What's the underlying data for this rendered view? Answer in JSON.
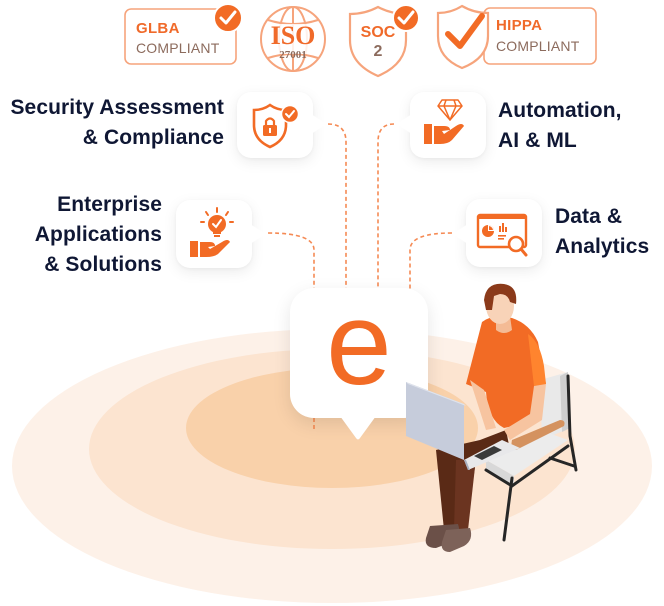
{
  "colors": {
    "accent": "#f26b25",
    "accent_light": "#f7a07a",
    "text_dark": "#0f1734",
    "badge_sub": "#8c6b5d",
    "ring_outer": "#fdf1e8",
    "ring_middle": "#fce4d0",
    "ring_inner": "#f9d1aa"
  },
  "badges": {
    "glba": {
      "title": "GLBA",
      "subtitle": "COMPLIANT",
      "icon": "check-circle-icon"
    },
    "iso": {
      "title": "ISO",
      "subtitle": "27001",
      "icon": "globe-icon"
    },
    "soc": {
      "title": "SOC",
      "subtitle": "2",
      "icon": "shield-check-icon"
    },
    "hippa": {
      "title": "HIPPA",
      "subtitle": "COMPLIANT",
      "icon": "shield-check-icon"
    }
  },
  "services": {
    "security": {
      "line1": "Security Assessment",
      "line2": "& Compliance",
      "icon": "shield-lock-icon"
    },
    "automation": {
      "line1": "Automation,",
      "line2": "AI & ML",
      "icon": "hand-diamond-icon"
    },
    "enterprise": {
      "line1": "Enterprise",
      "line2": "Applications",
      "line3": "& Solutions",
      "icon": "hand-lightbulb-icon"
    },
    "data": {
      "line1": "Data &",
      "line2": "Analytics",
      "icon": "dashboard-magnifier-icon"
    }
  },
  "center": {
    "logo_letter": "e",
    "icon": "brand-logo-icon"
  },
  "illustration": {
    "subject": "person-with-laptop-on-chair"
  }
}
